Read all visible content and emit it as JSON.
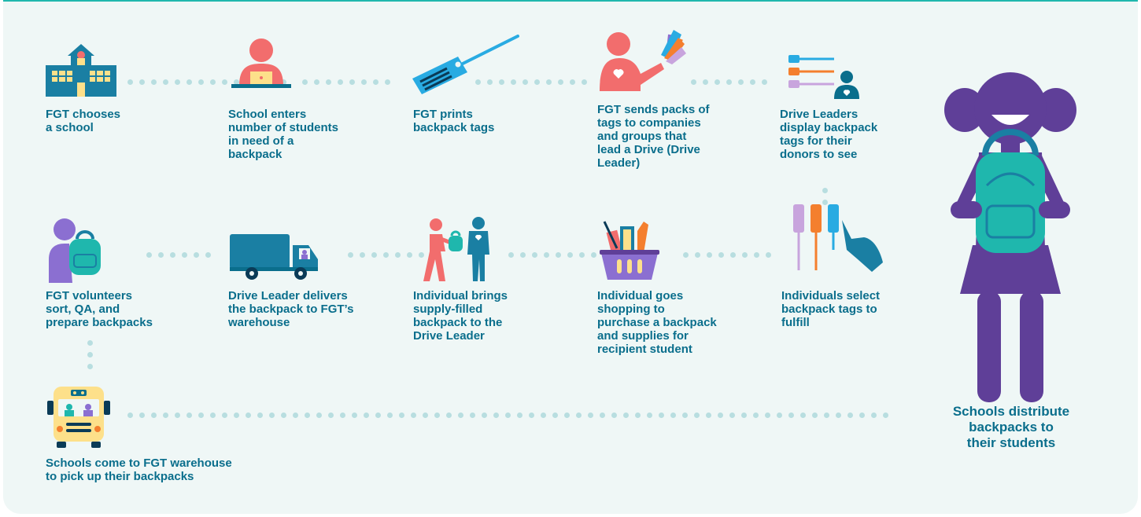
{
  "steps": [
    {
      "id": "choose",
      "label": "FGT chooses\na school",
      "icon": "school-building-icon"
    },
    {
      "id": "enter",
      "label": "School enters\nnumber of students\nin need of a\nbackpack",
      "icon": "person-laptop-icon"
    },
    {
      "id": "print",
      "label": "FGT prints\nbackpack tags",
      "icon": "backpack-tag-icon"
    },
    {
      "id": "send",
      "label": "FGT sends packs of\ntags to companies\nand groups that\nlead a Drive (Drive\nLeader)",
      "icon": "person-holding-tags-icon"
    },
    {
      "id": "display",
      "label": "Drive Leaders\ndisplay backpack\ntags for their\ndonors to see",
      "icon": "tags-display-icon"
    },
    {
      "id": "select",
      "label": "Individuals select\nbackpack tags to\nfulfill",
      "icon": "hand-selecting-tag-icon"
    },
    {
      "id": "shop",
      "label": "Individual goes\nshopping to\npurchase a backpack\nand supplies for\nrecipient student",
      "icon": "shopping-basket-icon"
    },
    {
      "id": "bring",
      "label": "Individual brings\nsupply-filled\nbackpack to the\nDrive Leader",
      "icon": "handing-backpack-icon"
    },
    {
      "id": "deliver",
      "label": "Drive Leader delivers\nthe backpack to FGT’s\nwarehouse",
      "icon": "delivery-truck-icon"
    },
    {
      "id": "sort",
      "label": "FGT volunteers\nsort, QA, and\nprepare backpacks",
      "icon": "volunteer-backpack-icon"
    },
    {
      "id": "pickup",
      "label": "Schools come to FGT warehouse\nto pick up their backpacks",
      "icon": "school-bus-icon"
    },
    {
      "id": "distribute",
      "label": "Schools distribute\nbackpacks to\ntheir students",
      "icon": "girl-with-backpack-icon"
    }
  ],
  "colors": {
    "text": "#0a6e8c",
    "dots": "#b8dee0",
    "background": "#eff7f6",
    "accent_teal": "#1fb7ad",
    "blue": "#1a7fa3",
    "salmon": "#f26d6d",
    "purple": "#5f3f98",
    "orange": "#f47f2e",
    "yellow": "#fde08a"
  }
}
